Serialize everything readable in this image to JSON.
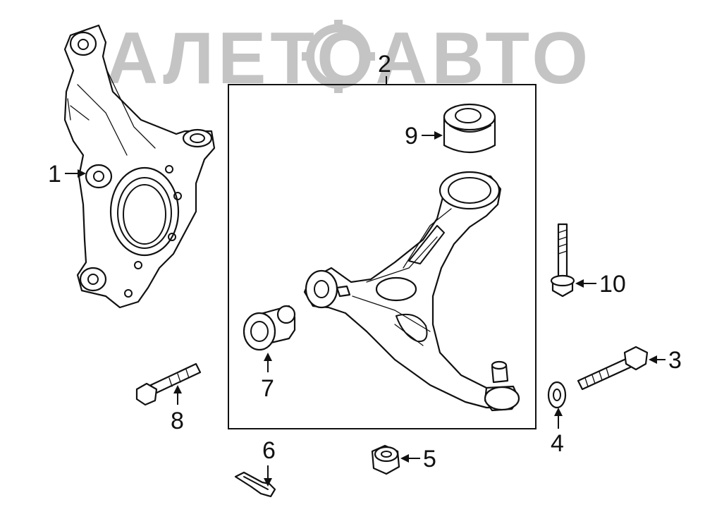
{
  "watermark": {
    "text": "АЛЕТОАВТО"
  },
  "callouts": {
    "c1": "1",
    "c2": "2",
    "c3": "3",
    "c4": "4",
    "c5": "5",
    "c6": "6",
    "c7": "7",
    "c8": "8",
    "c9": "9",
    "c10": "10"
  },
  "colors": {
    "line": "#111111",
    "watermark": "#c4c4c4",
    "background": "#ffffff"
  }
}
